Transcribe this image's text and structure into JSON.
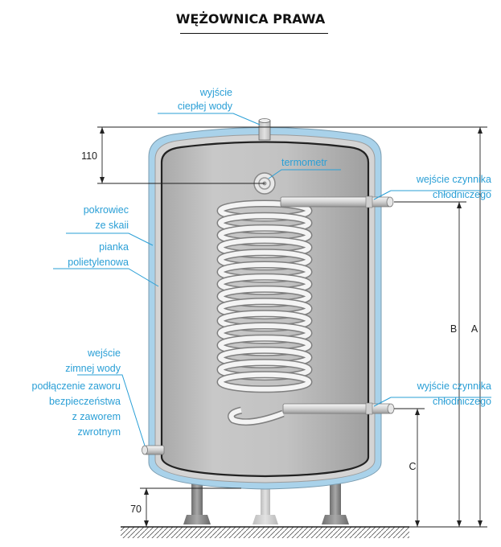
{
  "title": "WĘŻOWNICA PRAWA",
  "labels": {
    "hot_out_1": "wyjście",
    "hot_out_2": "ciepłej wody",
    "thermometer": "termometr",
    "coolant_in_1": "wejście czynnika",
    "coolant_in_2": "chłodniczego",
    "cover_1": "pokrowiec",
    "cover_2": "ze skaii",
    "foam_1": "pianka",
    "foam_2": "polietylenowa",
    "coolant_out_1": "wyjście czynnika",
    "coolant_out_2": "chłodniczego",
    "cold_in_1": "wejście",
    "cold_in_2": "zimnej wody",
    "valve_1": "podłączenie zaworu",
    "valve_2": "bezpieczeństwa",
    "valve_3": "z zaworem",
    "valve_4": "zwrotnym"
  },
  "dimensions": {
    "top": "110",
    "bottom": "70",
    "a": "A",
    "b": "B",
    "c": "C"
  },
  "colors": {
    "label": "#2a9fd6",
    "outer_shell": "#a9d2ea",
    "inner_tank": "#bcbcbc",
    "coil": "#f2f2f2",
    "lines": "#222222"
  }
}
